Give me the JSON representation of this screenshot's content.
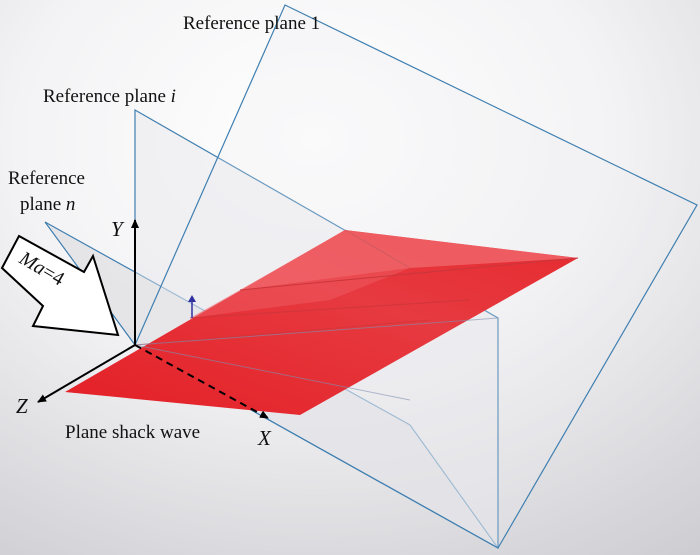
{
  "labels": {
    "reference_plane_1": "Reference plane 1",
    "reference_plane_i_prefix": "Reference plane ",
    "reference_plane_i_index": "i",
    "reference_plane_n_line1": "Reference",
    "reference_plane_n_prefix": "plane ",
    "reference_plane_n_index": "n",
    "shock_wave": "Plane shack wave",
    "mach_prefix": "Ma",
    "mach_suffix": "=4"
  },
  "axes": {
    "x": "X",
    "y": "Y",
    "z": "Z"
  },
  "colors": {
    "background_light": "#ffffff",
    "background_shade": "#cfcfd4",
    "plane_edge": "#3f7fb0",
    "plane_fill": "#e4e4e8",
    "shock_wave_dark": "#e0252a",
    "shock_wave_light": "#f07c80",
    "axis": "#000000"
  }
}
